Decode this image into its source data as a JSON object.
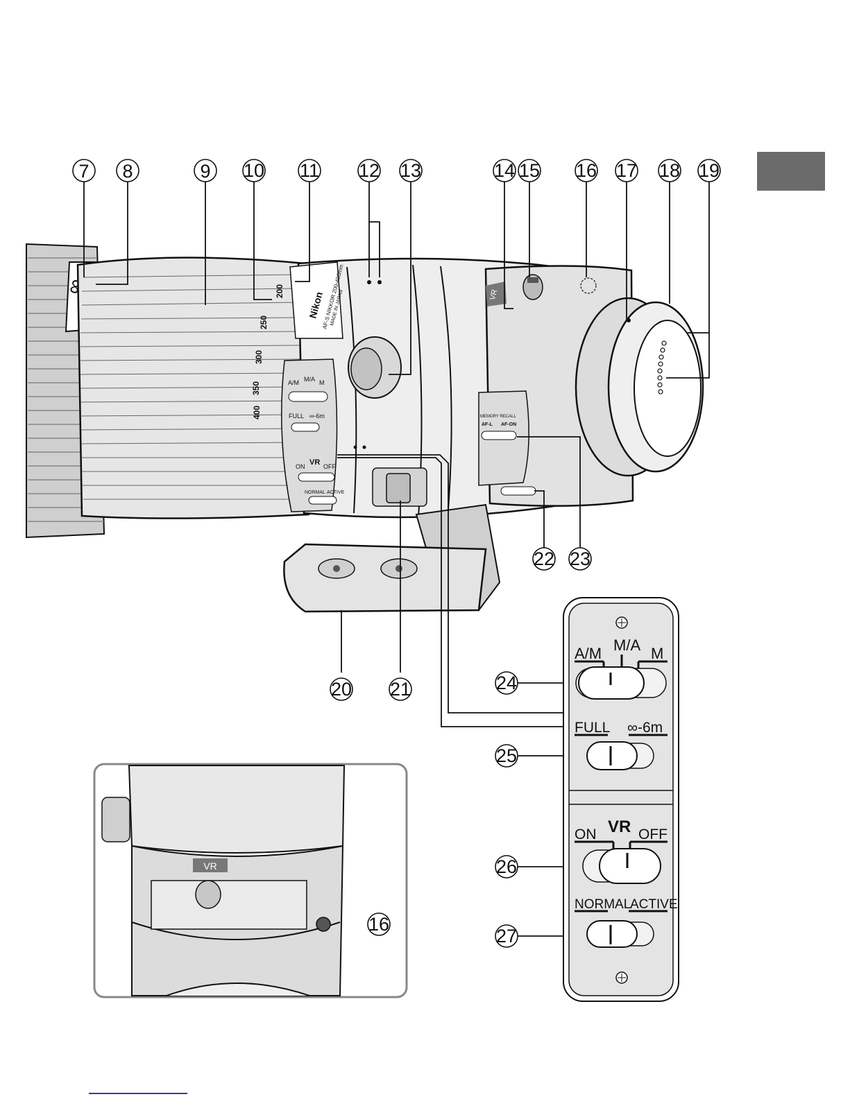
{
  "colors": {
    "line": "#111111",
    "body_light": "#eeeeee",
    "body_mid": "#cfcfcf",
    "body_dark": "#9a9a9a",
    "tab": "#6b6b6b"
  },
  "callouts": [
    "7",
    "8",
    "9",
    "10",
    "11",
    "12",
    "13",
    "14",
    "15",
    "16",
    "17",
    "18",
    "19",
    "20",
    "21",
    "22",
    "23",
    "24",
    "25",
    "26",
    "27"
  ],
  "inset_callout": "16",
  "lens": {
    "brand": "Nikon",
    "model_text": "AF-S NIKKOR 200-400mm",
    "made_in": "MADE IN JAPAN",
    "vr_badge": "VR",
    "focal_scale": [
      "200",
      "250",
      "300",
      "350",
      "400"
    ],
    "small_memory_recall": "MEMORY RECALL",
    "small_af_l": "AF-L",
    "small_af_on": "AF-ON",
    "small_am": "A/M",
    "small_ma": "M/A",
    "small_m": "M",
    "small_full": "FULL",
    "small_inf": "∞-6m",
    "small_on": "ON",
    "small_vr": "VR",
    "small_off": "OFF",
    "small_normal": "NORMAL",
    "small_active": "ACTIVE"
  },
  "switch_panel": {
    "focus_mode": {
      "am": "A/M",
      "ma": "M/A",
      "m": "M"
    },
    "focus_limit": {
      "full": "FULL",
      "limit": "∞-6m"
    },
    "vr_title": "VR",
    "vr": {
      "on": "ON",
      "off": "OFF"
    },
    "vr_mode": {
      "normal": "NORMAL",
      "active": "ACTIVE"
    }
  },
  "inset": {
    "vr_badge": "VR"
  }
}
